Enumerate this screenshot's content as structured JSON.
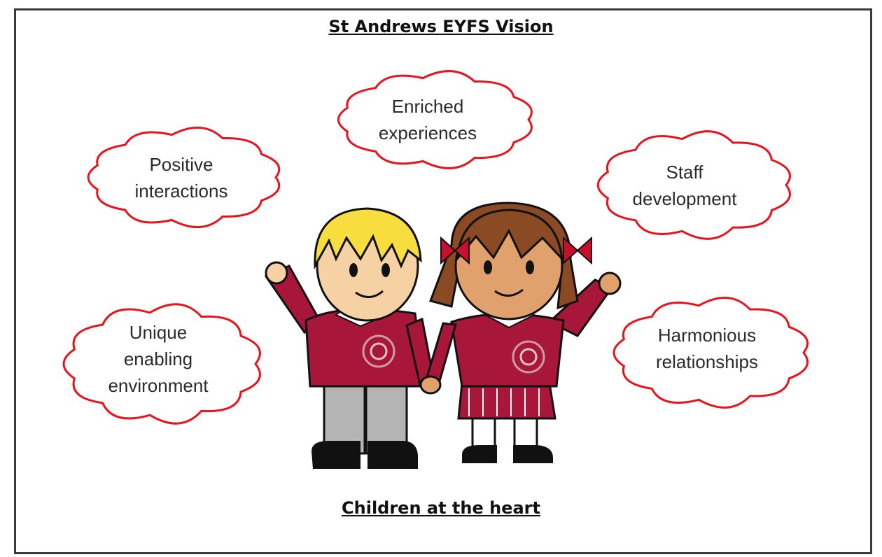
{
  "heading": "St Andrews EYFS Vision",
  "footer": "Children at the heart",
  "colors": {
    "cloud_outline": "#e8141c",
    "jumper": "#a8173a",
    "frame": "#3a3a3a"
  },
  "clouds": [
    {
      "id": "enriched",
      "label": "Enriched\nexperiences"
    },
    {
      "id": "positive",
      "label": "Positive\ninteractions"
    },
    {
      "id": "staff",
      "label": "Staff\ndevelopment"
    },
    {
      "id": "unique",
      "label": "Unique\nenabling\nenvironment"
    },
    {
      "id": "harmonious",
      "label": "Harmonious\nrelationships"
    }
  ],
  "illustration": {
    "name": "two-children-holding-hands"
  }
}
